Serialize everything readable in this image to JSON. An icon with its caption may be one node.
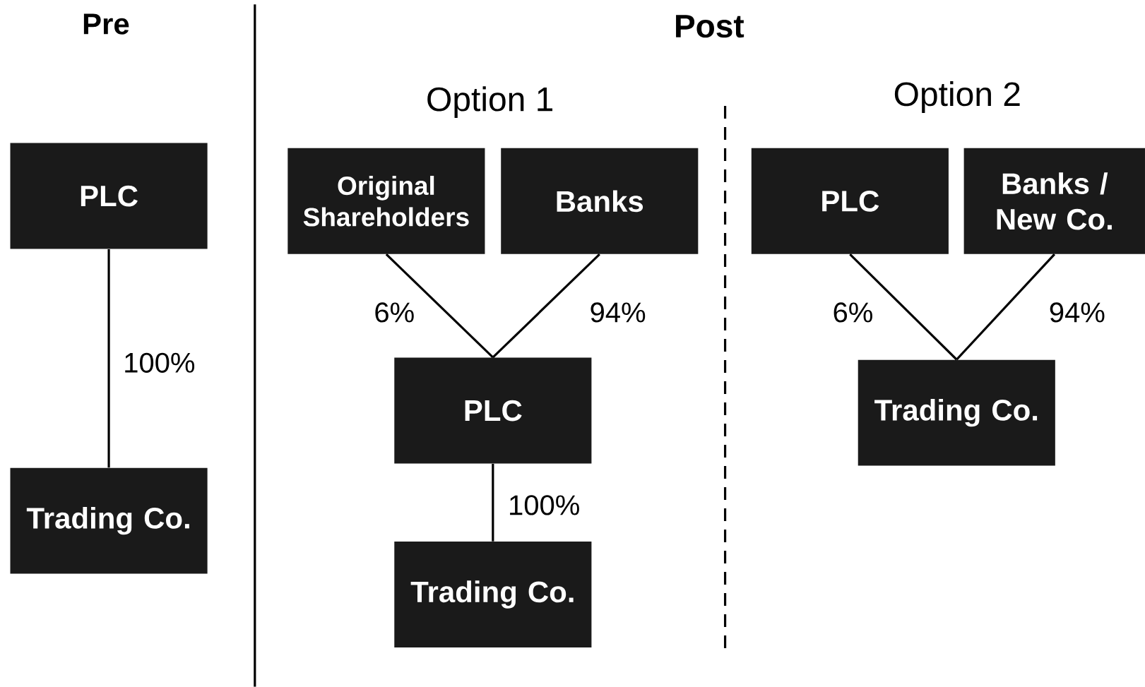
{
  "diagram": {
    "nodes": [
      {
        "text": [
          "PLC"
        ]
      },
      {
        "text": [
          "Trading Co."
        ]
      },
      {
        "text": [
          "Original Shareholders"
        ]
      },
      {
        "text": [
          "Banks"
        ]
      },
      {
        "text": [
          "PLC"
        ]
      },
      {
        "text": [
          "Trading Co."
        ]
      },
      {
        "text": [
          "PLC"
        ]
      },
      {
        "text": [
          "Banks / New Co."
        ]
      },
      {
        "text": [
          "Trading Co."
        ]
      }
    ],
    "edges": [
      {
        "from": 0,
        "to": 1,
        "arrow": "none",
        "label": "100%"
      },
      {
        "from": 2,
        "to": 4,
        "arrow": "none",
        "label": "6%"
      },
      {
        "from": 3,
        "to": 4,
        "arrow": "none",
        "label": "94%"
      },
      {
        "from": 4,
        "to": 5,
        "arrow": "none",
        "label": "100%"
      },
      {
        "from": 6,
        "to": 8,
        "arrow": "none",
        "label": "6%"
      },
      {
        "from": 7,
        "to": 8,
        "arrow": "none",
        "label": "94%"
      }
    ],
    "labels": [
      "Pre",
      "Post",
      "Option 1",
      "Option 2"
    ]
  }
}
